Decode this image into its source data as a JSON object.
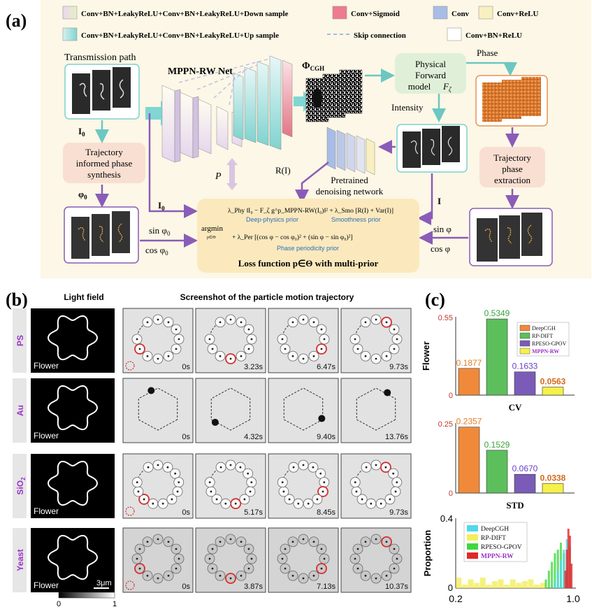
{
  "panel_a": {
    "label": "(a)",
    "legend": {
      "down": "Conv+BN+LeakyReLU+Conv+BN+LeakyReLU+Down sample",
      "up": "Conv+BN+LeakyReLU+Conv+BN+LeakyReLU+Up sample",
      "sigmoid": "Conv+Sigmoid",
      "skip": "Skip connection",
      "conv": "Conv",
      "relu": "Conv+ReLU",
      "bnrelu": "Conv+BN+ReLU"
    },
    "transmission_path": "Transmission path",
    "net_name": "MPPN-RW Net",
    "phi_cgh": "Φ",
    "phi_sub": "CGH",
    "physical_model": [
      "Physical",
      "Forward",
      "model"
    ],
    "f_zeta": "F",
    "zeta": "ζ",
    "phase": "Phase",
    "intensity": "Intensity",
    "i0": "I",
    "i0_sub": "0",
    "trajectory_synthesis": [
      "Trajectory",
      "informed phase",
      "synthesis"
    ],
    "phi0": "φ",
    "phi0_sub": "0",
    "p_label": "P",
    "r_label": "R(I)",
    "pretrained": [
      "Pretrained",
      "denoising network"
    ],
    "trajectory_extraction": [
      "Trajectory",
      "phase",
      "extraction"
    ],
    "i_label": "I",
    "sin_phi0": "sin φ",
    "cos_phi0": "cos φ",
    "sin_phi": "sin φ",
    "cos_phi": "cos φ",
    "argmin": "argmin",
    "argmin_sub": "p∈Θ",
    "eq_line1": "λ_Phy ‖I₀ − F_ζ g^p_MPPN-RW(I₀)‖² + λ_Smo [R(I) + Var(I)]",
    "eq_line2": "+ λ_Per [(cos φ − cos φ₀)² + (sin φ − sin φ₀)²]",
    "prior_deep": "Deep-physics prior",
    "prior_smooth": "Smoothness prior",
    "prior_period": "Phase periodicity prior",
    "loss_title": "Loss function p∈Θ with multi-prior"
  },
  "panel_b": {
    "label": "(b)",
    "light_field": "Light field",
    "screenshot_title": "Screenshot of the particle motion trajectory",
    "rows": [
      {
        "name": "PS",
        "times": [
          "0s",
          "3.23s",
          "6.47s",
          "9.73s"
        ]
      },
      {
        "name": "Au",
        "times": [
          "0s",
          "4.32s",
          "9.40s",
          "13.76s"
        ]
      },
      {
        "name": "SiO",
        "sub": "2",
        "times": [
          "0s",
          "5.17s",
          "8.45s",
          "9.73s"
        ]
      },
      {
        "name": "Yeast",
        "times": [
          "0s",
          "3.87s",
          "7.13s",
          "10.37s"
        ]
      }
    ],
    "flower": "Flower",
    "scale_bar": "3μm",
    "colorbar_min": "0",
    "colorbar_max": "1"
  },
  "panel_c": {
    "label": "(c)",
    "legend": [
      "DeepCGH",
      "RP-DIFT",
      "RPESO-GPOV",
      "MPPN-RW"
    ],
    "colors": {
      "DeepCGH": "#f08a3a",
      "RP-DIFT": "#5cbf5c",
      "RPESO-GPOV": "#7a5cb8",
      "MPPN-RW": "#f5f04a"
    }
  },
  "chart_data": [
    {
      "type": "bar",
      "title": "CV",
      "ylabel": "Flower",
      "categories": [
        "DeepCGH",
        "RP-DIFT",
        "RPESO-GPOV",
        "MPPN-RW"
      ],
      "values": [
        0.1877,
        0.5349,
        0.1633,
        0.0563
      ],
      "value_labels": [
        "0.1877",
        "0.5349",
        "0.1633",
        "0.0563"
      ],
      "yticks": [
        "0.55",
        "0"
      ],
      "ylim": [
        0,
        0.55
      ]
    },
    {
      "type": "bar",
      "title": "STD",
      "categories": [
        "DeepCGH",
        "RP-DIFT",
        "RPESO-GPOV",
        "MPPN-RW"
      ],
      "values": [
        0.2357,
        0.1529,
        0.067,
        0.0338
      ],
      "value_labels": [
        "0.2357",
        "0.1529",
        "0.0670",
        "0.0338"
      ],
      "yticks": [
        "0.25",
        "0"
      ],
      "ylim": [
        0,
        0.25
      ]
    },
    {
      "type": "bar",
      "ylabel": "Proportion",
      "series_names": [
        "DeepCGH",
        "RP-DIFT",
        "RPESO-GPOV",
        "MPPN-RW"
      ],
      "xticks": [
        "0.2",
        "1.0"
      ],
      "yticks": [
        "0.4",
        "0"
      ],
      "xlim": [
        0.2,
        1.0
      ],
      "ylim": [
        0,
        0.4
      ],
      "series": [
        {
          "name": "RP-DIFT",
          "x": [
            0.22,
            0.26,
            0.3,
            0.34,
            0.38,
            0.42,
            0.46,
            0.5,
            0.54,
            0.58,
            0.62,
            0.66,
            0.7,
            0.74,
            0.78
          ],
          "values": [
            0.06,
            0.02,
            0.05,
            0.03,
            0.06,
            0.02,
            0.04,
            0.05,
            0.02,
            0.05,
            0.03,
            0.04,
            0.05,
            0.02,
            0.03
          ]
        },
        {
          "name": "RPESO-GPOV",
          "x": [
            0.8,
            0.82,
            0.84,
            0.86,
            0.88,
            0.9,
            0.92,
            0.94
          ],
          "values": [
            0.05,
            0.1,
            0.15,
            0.2,
            0.22,
            0.26,
            0.2,
            0.12
          ]
        },
        {
          "name": "DeepCGH",
          "x": [
            0.86,
            0.88,
            0.9,
            0.92,
            0.94,
            0.96
          ],
          "values": [
            0.04,
            0.1,
            0.16,
            0.22,
            0.28,
            0.24
          ]
        },
        {
          "name": "MPPN-RW",
          "x": [
            0.93,
            0.94,
            0.95,
            0.96,
            0.97
          ],
          "values": [
            0.1,
            0.22,
            0.34,
            0.3,
            0.14
          ]
        }
      ]
    }
  ]
}
